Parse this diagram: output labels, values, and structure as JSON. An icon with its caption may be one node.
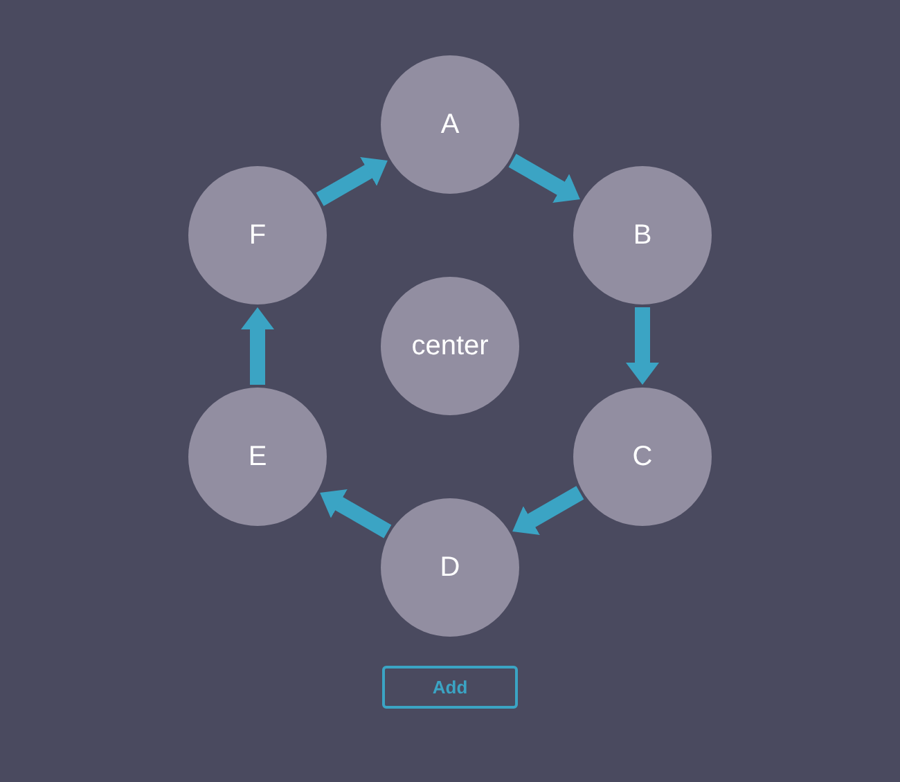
{
  "diagram": {
    "nodes": [
      {
        "text": [
          "A"
        ]
      },
      {
        "text": [
          "B"
        ]
      },
      {
        "text": [
          "C"
        ]
      },
      {
        "text": [
          "D"
        ]
      },
      {
        "text": [
          "E"
        ]
      },
      {
        "text": [
          "F"
        ]
      },
      {
        "text": [
          "center"
        ]
      }
    ],
    "edges": [
      {
        "from": 5,
        "to": 0,
        "arrow": "to"
      },
      {
        "from": 0,
        "to": 1,
        "arrow": "to"
      },
      {
        "from": 1,
        "to": 2,
        "arrow": "to"
      },
      {
        "from": 2,
        "to": 3,
        "arrow": "to"
      },
      {
        "from": 3,
        "to": 4,
        "arrow": "to"
      },
      {
        "from": 4,
        "to": 5,
        "arrow": "to"
      }
    ],
    "labels": [
      "Add"
    ]
  }
}
